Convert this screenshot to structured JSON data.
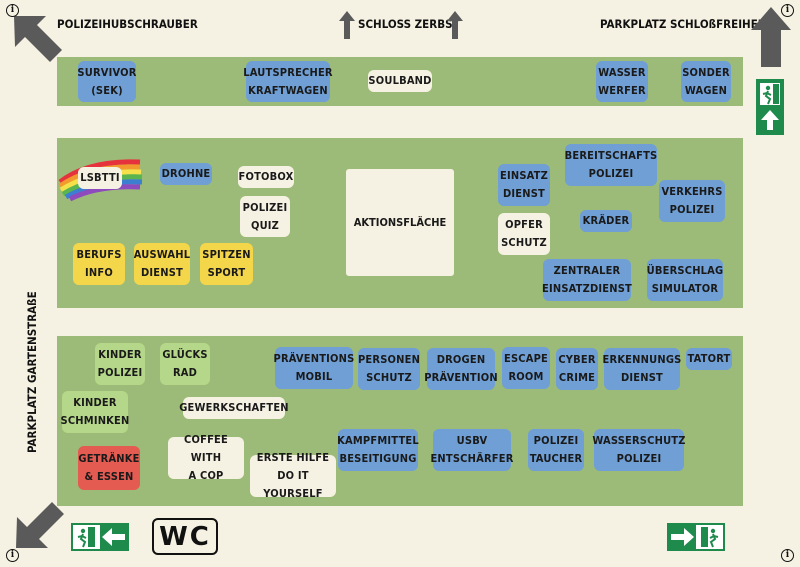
{
  "headers": {
    "top_left": "POLIZEIHUBSCHRAUBER",
    "top_center": "SCHLOSS ZERBST",
    "top_right": "PARKPLATZ SCHLOßFREIHEIT",
    "left_vertical": "PARKPLATZ GARTENSTRAßE"
  },
  "info_glyph": "i",
  "wc_label": "WC",
  "colors": {
    "background": "#f6f2e3",
    "zone": "#9dbb78",
    "blue": "#6f9fd4",
    "yellow": "#f4d64a",
    "light_green": "#b5d78a",
    "red": "#e45b52",
    "exit_green": "#1e8a4c"
  },
  "icons": [
    "arrow-up-left-icon",
    "arrow-up-icon",
    "arrow-down-left-icon",
    "info-icon",
    "emergency-exit-icon",
    "wc-icon",
    "rainbow-flag-icon"
  ],
  "row1": {
    "survivor": "SURVIVOR\n(SEK)",
    "lautsprecher": "LAUTSPRECHER\nKRAFTWAGEN",
    "soulband": "SOULBAND",
    "wasserwerfer": "WASSER\nWERFER",
    "sonderwagen": "SONDER\nWAGEN"
  },
  "row2": {
    "lsbtti": "LSBTTI",
    "drohne": "DROHNE",
    "fotobox": "FOTOBOX",
    "polizei_quiz": "POLIZEI\nQUIZ",
    "berufsinfo": "BERUFS\nINFO",
    "auswahldienst": "AUSWAHL\nDIENST",
    "spitzensport": "SPITZEN\nSPORT",
    "aktionsflaeche": "AKTIONSFLÄCHE",
    "einsatzdienst": "EINSATZ\nDIENST",
    "opferschutz": "OPFER\nSCHUTZ",
    "bereitschaftspolizei": "BEREITSCHAFTS\nPOLIZEI",
    "kraeder": "KRÄDER",
    "verkehrspolizei": "VERKEHRS\nPOLIZEI",
    "zentraler_einsatzdienst": "ZENTRALER\nEINSATZDIENST",
    "ueberschlag": "ÜBERSCHLAG\nSIMULATOR"
  },
  "row3": {
    "kinderpolizei": "KINDER\nPOLIZEI",
    "gluecksrad": "GLÜCKS\nRAD",
    "kinderschminken": "KINDER\nSCHMINKEN",
    "gewerkschaften": "GEWERKSCHAFTEN",
    "getraenke": "GETRÄNKE\n& ESSEN",
    "coffee": "COFFEE WITH\nA COP",
    "erste_hilfe": "ERSTE HILFE\nDO IT YOURSELF",
    "praeventionsmobil": "PRÄVENTIONS\nMOBIL",
    "personenschutz": "PERSONEN\nSCHUTZ",
    "drogenpraevention": "DROGEN\nPRÄVENTION",
    "escape": "ESCAPE\nROOM",
    "cybercrime": "CYBER\nCRIME",
    "erkennungsdienst": "ERKENNUNGS\nDIENST",
    "tatort": "TATORT",
    "kampfmittel": "KAMPFMITTEL\nBESEITIGUNG",
    "usbv": "USBV\nENTSCHÄRFER",
    "polizeitaucher": "POLIZEI\nTAUCHER",
    "wasserschutz": "WASSERSCHUTZ\nPOLIZEI"
  }
}
